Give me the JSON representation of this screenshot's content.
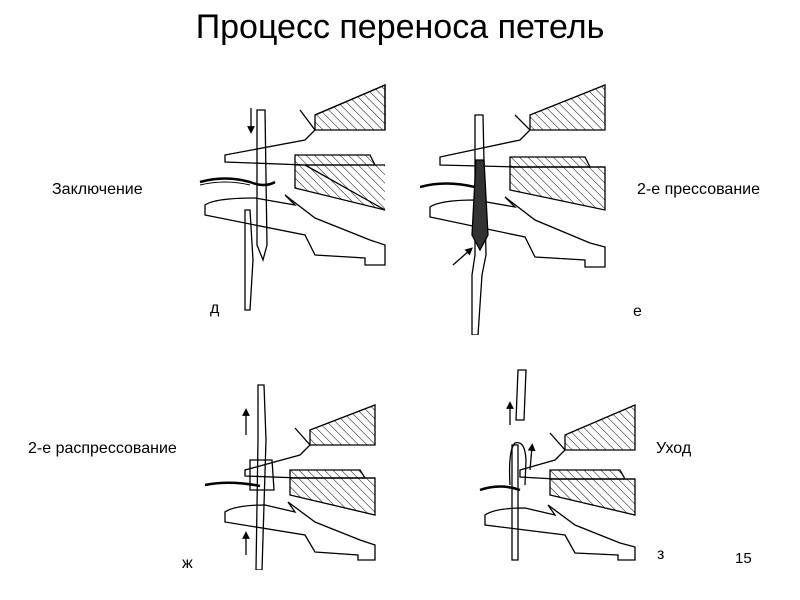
{
  "title": "Процесс переноса петель",
  "steps": [
    {
      "name": "Заключение",
      "letter": "д"
    },
    {
      "name": "2-е прессование",
      "letter": "е"
    },
    {
      "name": "2-е распрессование",
      "letter": "ж"
    },
    {
      "name": "Уход",
      "letter": "з"
    }
  ],
  "page_number": "15",
  "colors": {
    "line": "#000000",
    "background": "#ffffff"
  }
}
